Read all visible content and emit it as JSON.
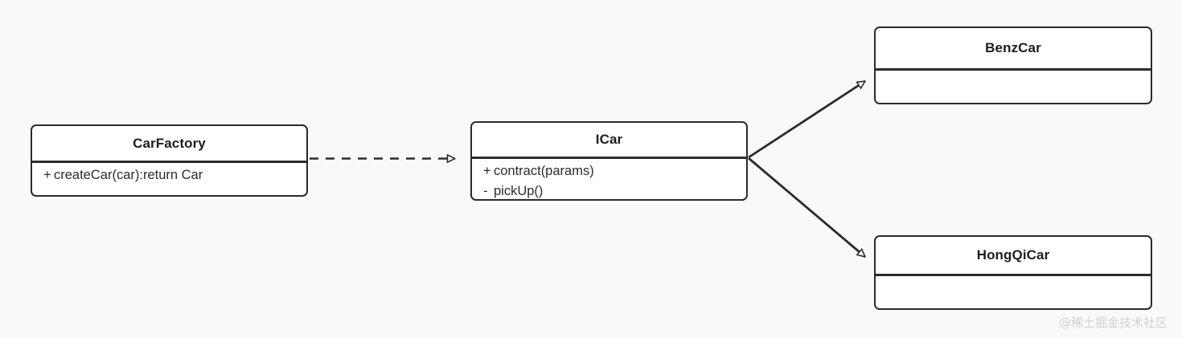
{
  "diagram": {
    "type": "uml-class-diagram",
    "background_color": "#f9f9f9",
    "stroke_color": "#2b2b2b",
    "box_fill": "#ffffff"
  },
  "classes": {
    "car_factory": {
      "name": "CarFactory",
      "members": [
        {
          "visibility": "+",
          "text": "createCar(car):return Car"
        }
      ]
    },
    "icar": {
      "name": "ICar",
      "members": [
        {
          "visibility": "+",
          "text": "contract(params)"
        },
        {
          "visibility": "-",
          "text": "pickUp()"
        }
      ]
    },
    "benz_car": {
      "name": "BenzCar",
      "members": []
    },
    "hongqi_car": {
      "name": "HongQiCar",
      "members": []
    }
  },
  "relations": [
    {
      "id": "realization",
      "from": "CarFactory",
      "to": "ICar",
      "style": "dashed",
      "arrowhead": "hollow-triangle",
      "kind": "dependency"
    },
    {
      "id": "generalization-benzcar",
      "from": "ICar",
      "to": "BenzCar",
      "style": "solid",
      "arrowhead": "hollow-triangle",
      "kind": "generalization"
    },
    {
      "id": "generalization-hongqicar",
      "from": "ICar",
      "to": "HongQiCar",
      "style": "solid",
      "arrowhead": "hollow-triangle",
      "kind": "generalization"
    }
  ],
  "watermark": {
    "text": "@稀土掘金技术社区",
    "color": "#d2d2d2"
  }
}
